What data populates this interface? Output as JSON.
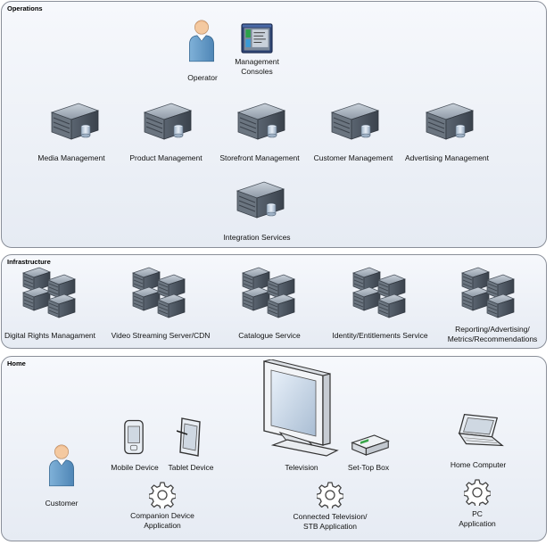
{
  "operations": {
    "title": "Operations",
    "operator": "Operator",
    "consoles_line1": "Management",
    "consoles_line2": "Consoles",
    "servers": [
      "Media Management",
      "Product Management",
      "Storefront Management",
      "Customer Management",
      "Advertising Management"
    ],
    "integration": "Integration Services"
  },
  "infrastructure": {
    "title": "Infrastructure",
    "clusters": [
      "Digital Rights Managament",
      "Video Streaming Server/CDN",
      "Catalogue Service",
      "Identity/Entitlements Service"
    ],
    "reporting_line1": "Reporting/Advertising/",
    "reporting_line2": "Metrics/Recommendations"
  },
  "home": {
    "title": "Home",
    "customer": "Customer",
    "mobile": "Mobile Device",
    "tablet": "Tablet Device",
    "companion_line1": "Companion Device",
    "companion_line2": "Application",
    "television": "Television",
    "stb": "Set-Top Box",
    "connected_line1": "Connected Television/",
    "connected_line2": "STB Application",
    "computer": "Home Computer",
    "pc_line1": "PC",
    "pc_line2": "Application"
  }
}
